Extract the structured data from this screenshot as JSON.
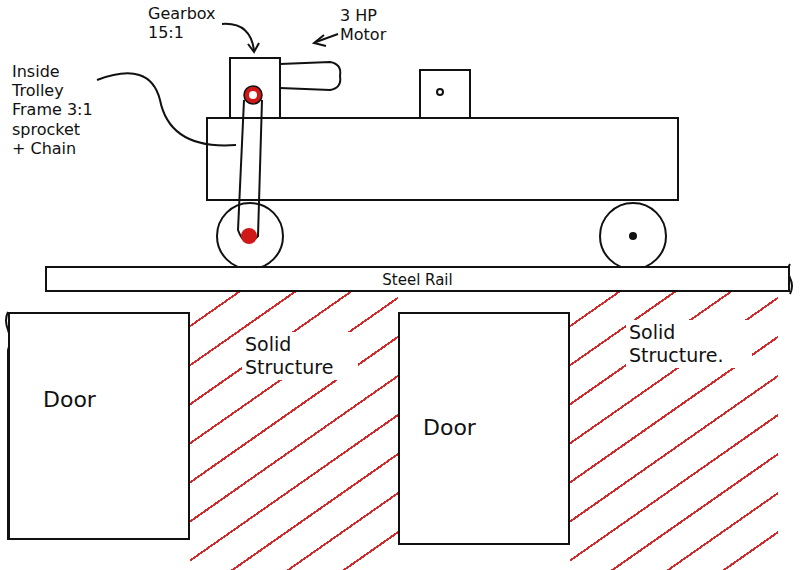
{
  "diagram": {
    "nodes": [
      {
        "text": [
          "Steel Rail"
        ]
      },
      {
        "text": [
          "Door"
        ]
      },
      {
        "text": [
          "Solid Structure"
        ]
      },
      {
        "text": [
          "Door"
        ]
      },
      {
        "text": [
          "Solid Structure."
        ]
      }
    ],
    "labels": [
      "Gearbox 15:1",
      "3 HP Motor",
      "Inside Trolley Frame 3:1 sprocket + Chain"
    ]
  }
}
